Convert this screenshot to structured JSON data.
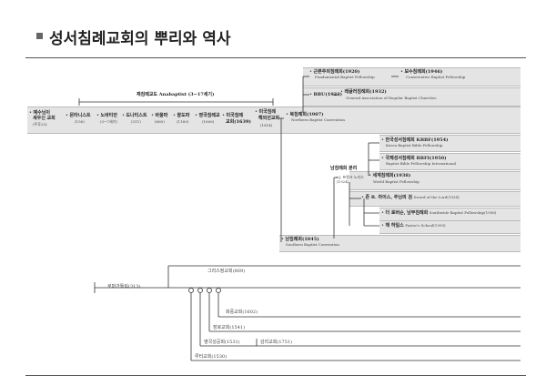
{
  "title": "성서침례교회의 뿌리와 역사",
  "anabaptist": "재침례교도 Anabaptist (3~17세기)",
  "chain": [
    {
      "name": "예수님이",
      "line2": "세우신 교회",
      "date": "(주후33)"
    },
    {
      "name": "몬타니스트",
      "date": "(156)"
    },
    {
      "name": "노바티안",
      "date": "(3~7세기)"
    },
    {
      "name": "도나티스트",
      "date": "(311)"
    },
    {
      "name": "바울파",
      "date": "(660)"
    },
    {
      "name": "왈도파",
      "date": "(1160)"
    },
    {
      "name": "영국침례교",
      "date": "(1606)"
    },
    {
      "name": "미국침례",
      "line2": "교회(1639)"
    }
  ],
  "us_mission": {
    "name": "미국침례",
    "line2": "해외선교회",
    "date": "(1814)"
  },
  "northern": {
    "ko": "북침례회(1907)",
    "en": "Northern Baptist Convention"
  },
  "fundamental": {
    "ko": "근본주의침례회(1920)",
    "en": "Fundamental Baptist Fellowship"
  },
  "conservative": {
    "ko": "보수침례회(1946)",
    "en": "Conservative Baptist Fellowship"
  },
  "bbu": {
    "ko": "BBU(1923)"
  },
  "garbc": {
    "ko": "레귤러침례회(1932)",
    "en": "General Association of Regular Baptist Churches"
  },
  "split": {
    "label": "남침례회 분리",
    "person": "J. 프랭크 노리스",
    "date": "(1924)"
  },
  "world": {
    "ko": "세계침례회(1938)",
    "en": "World Baptist Fellowship"
  },
  "korea": {
    "ko": "한국성서침례회 KBBF(1954)",
    "en": "Korea Baptist Bible Fellowship"
  },
  "bbfi": {
    "ko": "국제성서침례회 BBFI(1950)",
    "en": "Baptist Bible Fellowship International"
  },
  "sword": {
    "ko": "존 R. 라이스, 주님의 검",
    "en": "Sword of the Lord(1934)"
  },
  "southwide": {
    "ko": "더 로버슨, 남부침례회",
    "en": "Southwide Baptist Fellowship(1956)"
  },
  "pastors": {
    "ko": "잭 하일스",
    "en": "Pastor's School(1959)"
  },
  "southern": {
    "ko": "남침례회(1845)",
    "en": "Southern Baptist Convention"
  },
  "catholic": {
    "greek": "그리스정교회(869)",
    "rome": "로마가톨릭(313)",
    "reformed": "화중교회(1602)",
    "presby": "장로교회(1541)",
    "anglican": "영국성공회(1531)",
    "methodist": "감리교회(1751)",
    "lutheran": "루터교회(1530)"
  }
}
